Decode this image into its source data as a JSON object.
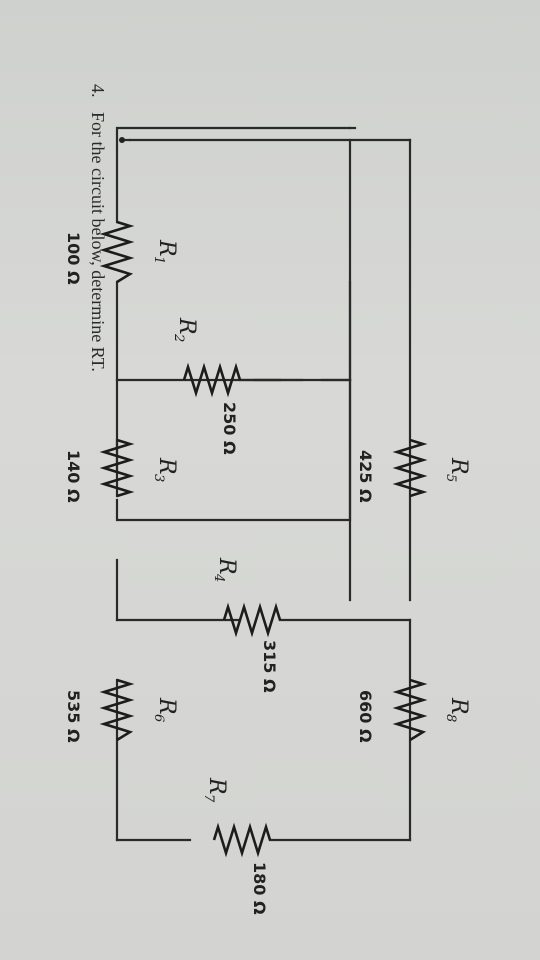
{
  "question": {
    "number": "4.",
    "text": "For the circuit below, determine RT."
  },
  "resistors": [
    {
      "id": "r1",
      "name": "R",
      "sub": "1",
      "value": "100 Ω"
    },
    {
      "id": "r2",
      "name": "R",
      "sub": "2",
      "value": "250 Ω"
    },
    {
      "id": "r3",
      "name": "R",
      "sub": "3",
      "value": "140 Ω"
    },
    {
      "id": "r4",
      "name": "R",
      "sub": "4",
      "value": "315 Ω"
    },
    {
      "id": "r5",
      "name": "R",
      "sub": "5",
      "value": "425 Ω"
    },
    {
      "id": "r6",
      "name": "R",
      "sub": "6",
      "value": "535 Ω"
    },
    {
      "id": "r7",
      "name": "R",
      "sub": "7",
      "value": "180 Ω"
    },
    {
      "id": "r8",
      "name": "R",
      "sub": "8",
      "value": "660 Ω"
    }
  ],
  "colors": {
    "ink": "#222222",
    "paper": "#d3d4d1"
  }
}
